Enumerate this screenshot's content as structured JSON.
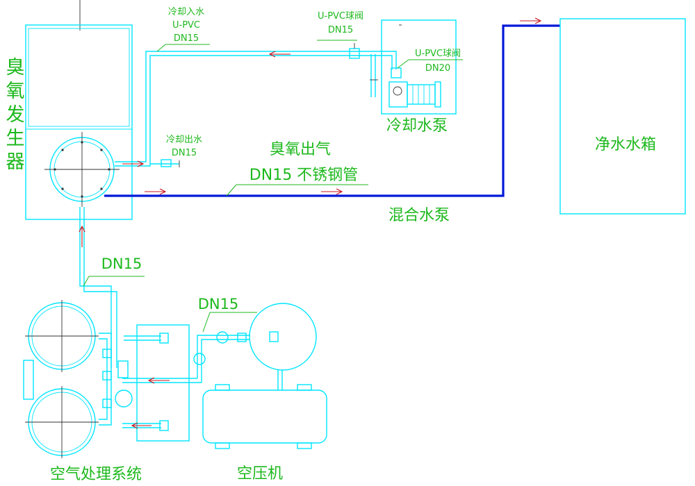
{
  "colors": {
    "equipment": "#00e5ff",
    "ozone_pipe": "#0018d8",
    "flow_arrow": "#c4141c",
    "label": "#1db81d"
  },
  "equipment": {
    "ozone_generator": "臭氧发生器",
    "cooling_pump": "冷却水泵",
    "clean_water_tank": "净水水箱",
    "mixing_pump": "混合水泵",
    "air_treatment": "空气处理系统",
    "air_compressor": "空压机"
  },
  "pipes": {
    "cooling_inlet": [
      "冷却入水",
      "U-PVC",
      "DN15"
    ],
    "cooling_outlet": [
      "冷却出水",
      "DN15"
    ],
    "valve_dn15": [
      "U-PVC球阀",
      "DN15"
    ],
    "valve_dn20": [
      "U-PVC球阀",
      "DN20"
    ],
    "ozone_outlet_title": "臭氧出气",
    "ozone_outlet_spec": "DN15 不锈钢管",
    "air_feed": "DN15",
    "compressor_line": "DN15"
  }
}
